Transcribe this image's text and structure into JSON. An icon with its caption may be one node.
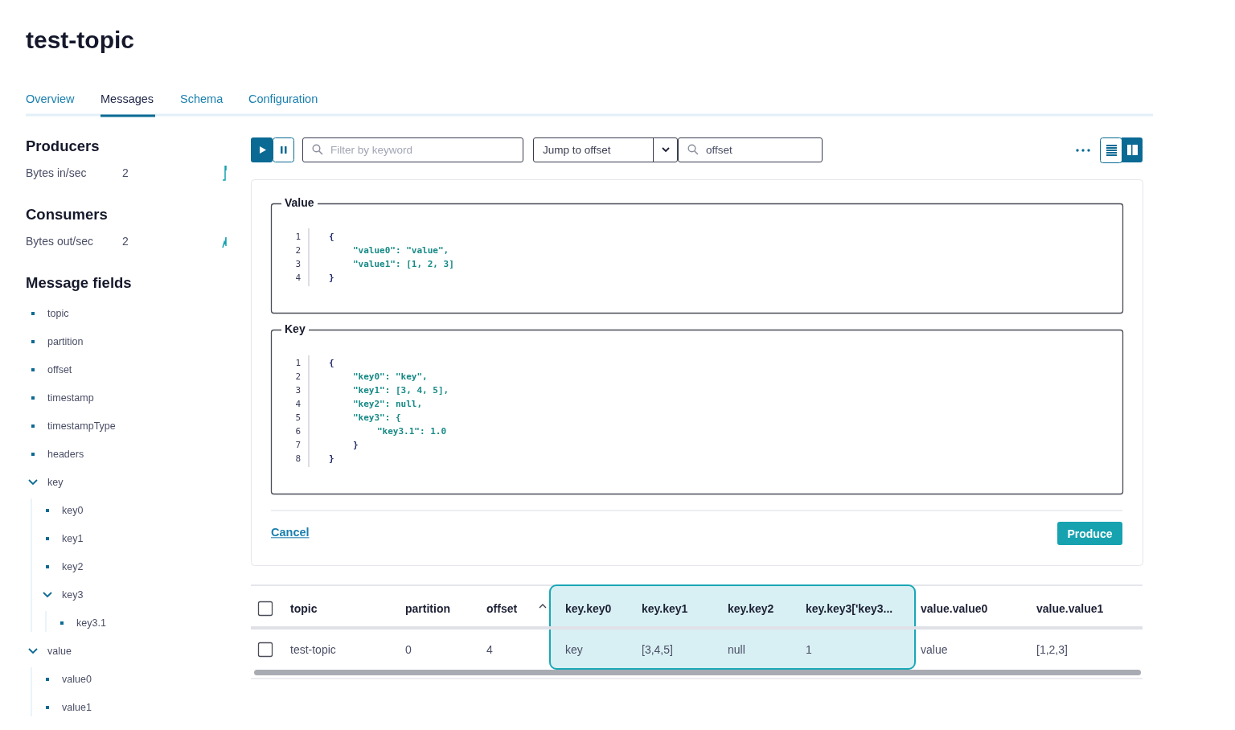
{
  "diagram": {
    "title": "test-topic",
    "labels": [
      "Overview",
      "Messages",
      "Schema",
      "Configuration",
      "Producers",
      "Bytes in/sec",
      "2",
      "Consumers",
      "Bytes out/sec",
      "2",
      "Message fields",
      "topic",
      "partition",
      "offset",
      "timestamp",
      "timestampType",
      "headers",
      "key",
      "key0",
      "key1",
      "key2",
      "key3",
      "key3.1",
      "value",
      "value0",
      "value1",
      "Filter by keyword",
      "Jump to offset",
      "offset",
      "Value",
      "1",
      "2",
      "3",
      "4",
      "{",
      "\"value0\": \"value\",",
      "\"value1\": [1, 2, 3]",
      "}",
      "Key",
      "1",
      "2",
      "3",
      "4",
      "5",
      "6",
      "7",
      "8",
      "{",
      "\"key0\": \"key\",",
      "\"key1\": [3, 4, 5],",
      "\"key2\": null,",
      "\"key3\": {",
      "\"key3.1\": 1.0",
      "}",
      "}",
      "Cancel",
      "Produce",
      "topic",
      "partition",
      "offset",
      "key.key0",
      "key.key1",
      "key.key2",
      "key.key3['key3...",
      "value.value0",
      "value.value1",
      "test-topic",
      "0",
      "4",
      "key",
      "[3,4,5]",
      "null",
      "1",
      "value",
      "[1,2,3]"
    ]
  }
}
